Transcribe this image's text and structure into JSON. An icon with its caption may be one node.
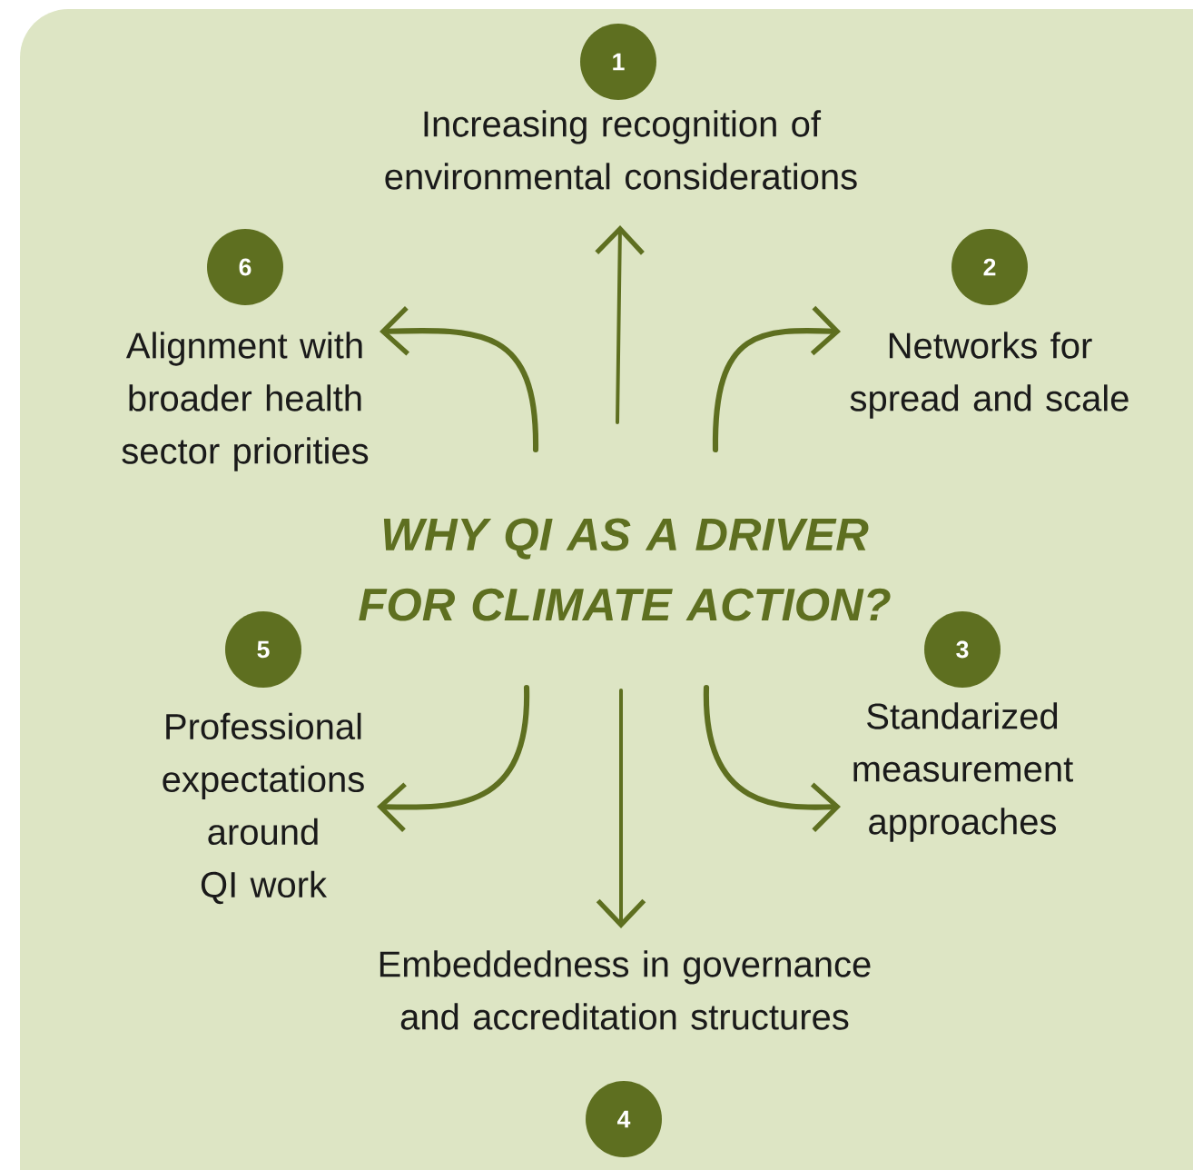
{
  "diagram": {
    "nodes": [
      {
        "text": [
          "1"
        ]
      },
      {
        "text": [
          "Increasing recognition of environmental considerations"
        ]
      },
      {
        "text": [
          "6"
        ]
      },
      {
        "text": [
          "Alignment with broader health sector priorities"
        ]
      },
      {
        "text": [
          "2"
        ]
      },
      {
        "text": [
          "Networks for spread and scale"
        ]
      },
      {
        "text": [
          "WHY QI AS A DRIVER FOR CLIMATE ACTION?"
        ]
      },
      {
        "text": [
          "5"
        ]
      },
      {
        "text": [
          "Professional expectations around QI work"
        ]
      },
      {
        "text": [
          "3"
        ]
      },
      {
        "text": [
          "Standarized measurement approaches"
        ]
      },
      {
        "text": [
          "Embeddedness in governance and accreditation structures"
        ]
      },
      {
        "text": [
          "4"
        ]
      }
    ],
    "edges": [
      {
        "from": null,
        "to": 1,
        "arrow": "to"
      },
      {
        "from": null,
        "to": 3,
        "arrow": "to"
      },
      {
        "from": null,
        "to": 5,
        "arrow": "to"
      },
      {
        "from": null,
        "to": 8,
        "arrow": "to"
      },
      {
        "from": null,
        "to": 10,
        "arrow": "to"
      },
      {
        "from": null,
        "to": 11,
        "arrow": "to"
      }
    ]
  }
}
